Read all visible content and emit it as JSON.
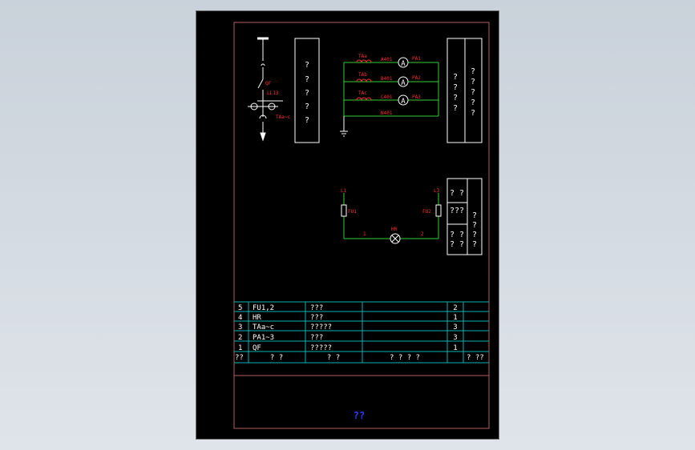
{
  "colors": {
    "sheet": "#000000",
    "frame": "#b06060",
    "wire": "#33cc33",
    "label": "#ff3030",
    "table_line": "#00b4b4",
    "text": "#ffffff",
    "title_text": "#2a3cff"
  },
  "single_line": {
    "breaker_label": "QF",
    "bus_label": "LL13",
    "ct_label": "TAa~c",
    "side_box": [
      "?",
      "?",
      "?",
      "?",
      "?"
    ]
  },
  "ammeter_circuit": {
    "rows": [
      {
        "ct": "TAa",
        "wire": "A401",
        "meter": "PA1",
        "symbol": "A"
      },
      {
        "ct": "TAb",
        "wire": "B401",
        "meter": "PA2",
        "symbol": "A"
      },
      {
        "ct": "TAc",
        "wire": "C401",
        "meter": "PA3",
        "symbol": "A"
      }
    ],
    "neutral": "N401",
    "side_box": {
      "col1": [
        "?",
        "?",
        "?",
        "?"
      ],
      "col2": [
        "?",
        "?",
        "?",
        "?",
        "?"
      ]
    }
  },
  "lamp_circuit": {
    "left_node": "L1",
    "right_node": "L3",
    "left_fuse": "FU1",
    "right_fuse": "FU2",
    "lamp": "HR",
    "left_wire": "1",
    "right_wire": "2",
    "side_box": {
      "cell1": "? ?",
      "cell2": "???",
      "cell3": [
        "? ?",
        "? ?"
      ],
      "right": [
        "?",
        "?",
        "?",
        "?"
      ]
    }
  },
  "bom_table": {
    "rows": [
      {
        "no": "5",
        "code": "FU1,2",
        "name": "???",
        "spec": "",
        "qty": "2",
        "note": ""
      },
      {
        "no": "4",
        "code": "HR",
        "name": "???",
        "spec": "",
        "qty": "1",
        "note": ""
      },
      {
        "no": "3",
        "code": "TAa~c",
        "name": "?????",
        "spec": "",
        "qty": "3",
        "note": ""
      },
      {
        "no": "2",
        "code": "PA1~3",
        "name": "???",
        "spec": "",
        "qty": "3",
        "note": ""
      },
      {
        "no": "1",
        "code": "QF",
        "name": "?????",
        "spec": "",
        "qty": "1",
        "note": ""
      }
    ],
    "header": {
      "no": "??",
      "code": "?   ?",
      "name": "?  ?",
      "spec": "?  ?  ?  ?",
      "qty": "",
      "note": "?   ??"
    }
  },
  "title_block": {
    "title": "??"
  }
}
